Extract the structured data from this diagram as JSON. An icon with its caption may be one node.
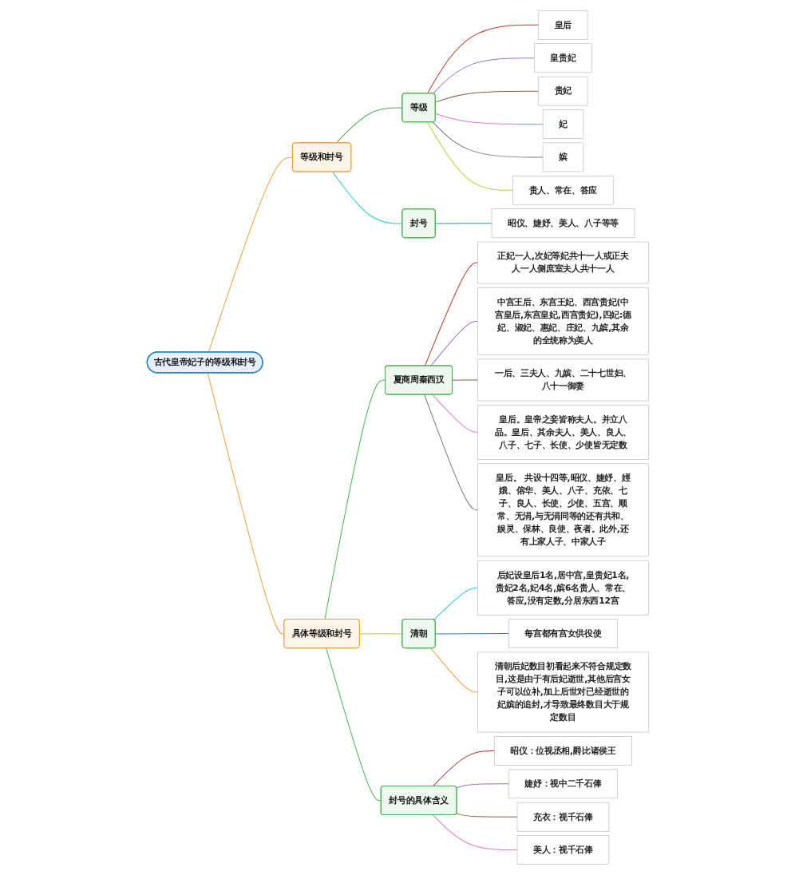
{
  "diagram": {
    "nodes": [
      {
        "text": [
          "古代皇帝妃子的等级和封号"
        ]
      },
      {
        "text": [
          "等级和封号"
        ]
      },
      {
        "text": [
          "等级"
        ]
      },
      {
        "text": [
          "皇后"
        ]
      },
      {
        "text": [
          "皇贵妃"
        ]
      },
      {
        "text": [
          "贵妃"
        ]
      },
      {
        "text": [
          "妃"
        ]
      },
      {
        "text": [
          "嫔"
        ]
      },
      {
        "text": [
          "贵人、常在、答应"
        ]
      },
      {
        "text": [
          "封号"
        ]
      },
      {
        "text": [
          "昭仪、婕妤、美人、八子等等"
        ]
      },
      {
        "text": [
          "具体等级和封号"
        ]
      },
      {
        "text": [
          "夏商周秦西汉"
        ]
      },
      {
        "text": [
          "正妃一人,次妃等妃共十一人或正夫人一人侧庶室夫人共十一人"
        ]
      },
      {
        "text": [
          "中宫王后、东宫王妃、西宫贵妃(中宫皇后,东宫皇妃,西宫贵妃),四妃:德妃、淑妃、惠妃、庄妃、九嫔,其余的全统称为美人"
        ]
      },
      {
        "text": [
          "一后、三夫人、九嫔、二十七世妇、八十一御妻"
        ]
      },
      {
        "text": [
          "皇后。皇帝之妾皆称夫人。并立八品。皇后、其余夫人、美人、良人、八子、七子、长使、少使皆无定数"
        ]
      },
      {
        "text": [
          "皇后。 共设十四等,昭仪、婕妤、娙娥、傛华、美人、八子、充依、七子、良人、长使、少使、五宫、顺常、无涓,与无涓同等的还有共和、娱灵、保林、良使、夜者。此外,还有上家人子、中家人子"
        ]
      },
      {
        "text": [
          "清朝"
        ]
      },
      {
        "text": [
          "后妃设皇后1名,居中宫,皇贵妃1名,贵妃2名,妃4名,嫔6名贵人、常在、答应,没有定数,分居东西12宫"
        ]
      },
      {
        "text": [
          "每宫都有宫女供役使"
        ]
      },
      {
        "text": [
          "清朝后妃数目初看起来不符合规定数目,这是由于有后妃逝世,其他后宫女子可以位补,加上后世对已经逝世的妃嫔的追封,才导致最终数目大于规定数目"
        ]
      },
      {
        "text": [
          "封号的具体含义"
        ]
      },
      {
        "text": [
          "昭仪：位视丞相,爵比诸侯王"
        ]
      },
      {
        "text": [
          "婕妤：视中二千石俸"
        ]
      },
      {
        "text": [
          "充衣：视千石俸"
        ]
      },
      {
        "text": [
          "美人：视千石俸"
        ]
      }
    ],
    "edges": [
      {
        "from": 0,
        "to": 1,
        "arrow": "none",
        "color": "#f0a040"
      },
      {
        "from": 1,
        "to": 2,
        "arrow": "none",
        "color": "#4caf50"
      },
      {
        "from": 2,
        "to": 3,
        "arrow": "none",
        "color": "#c0392b"
      },
      {
        "from": 2,
        "to": 4,
        "arrow": "none",
        "color": "#9575cd"
      },
      {
        "from": 2,
        "to": 5,
        "arrow": "none",
        "color": "#8d5b4c"
      },
      {
        "from": 2,
        "to": 6,
        "arrow": "none",
        "color": "#e07bc0"
      },
      {
        "from": 2,
        "to": 7,
        "arrow": "none",
        "color": "#777777"
      },
      {
        "from": 2,
        "to": 8,
        "arrow": "none",
        "color": "#c0ca33"
      },
      {
        "from": 1,
        "to": 9,
        "arrow": "none",
        "color": "#26c6da"
      },
      {
        "from": 9,
        "to": 10,
        "arrow": "none",
        "color": "#2a8fb5"
      },
      {
        "from": 0,
        "to": 11,
        "arrow": "none",
        "color": "#f0a040"
      },
      {
        "from": 11,
        "to": 12,
        "arrow": "none",
        "color": "#4caf50"
      },
      {
        "from": 12,
        "to": 13,
        "arrow": "none",
        "color": "#c0392b"
      },
      {
        "from": 12,
        "to": 14,
        "arrow": "none",
        "color": "#9575cd"
      },
      {
        "from": 12,
        "to": 15,
        "arrow": "none",
        "color": "#8d5b4c"
      },
      {
        "from": 12,
        "to": 16,
        "arrow": "none",
        "color": "#e07bc0"
      },
      {
        "from": 12,
        "to": 17,
        "arrow": "none",
        "color": "#777777"
      },
      {
        "from": 11,
        "to": 18,
        "arrow": "none",
        "color": "#b5c83a"
      },
      {
        "from": 18,
        "to": 19,
        "arrow": "none",
        "color": "#26c6da"
      },
      {
        "from": 18,
        "to": 20,
        "arrow": "none",
        "color": "#2a7fb5"
      },
      {
        "from": 18,
        "to": 21,
        "arrow": "none",
        "color": "#f0a040"
      },
      {
        "from": 11,
        "to": 22,
        "arrow": "none",
        "color": "#4caf50"
      },
      {
        "from": 22,
        "to": 23,
        "arrow": "none",
        "color": "#c0392b"
      },
      {
        "from": 22,
        "to": 24,
        "arrow": "none",
        "color": "#9575cd"
      },
      {
        "from": 22,
        "to": 25,
        "arrow": "none",
        "color": "#8d5b4c"
      },
      {
        "from": 22,
        "to": 26,
        "arrow": "none",
        "color": "#e07bc0"
      }
    ]
  }
}
